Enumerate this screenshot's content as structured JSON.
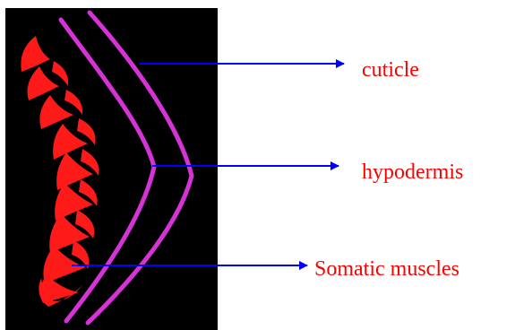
{
  "labels": {
    "cuticle": "cuticle",
    "hypodermis": "hypodermis",
    "somatic_muscles": "Somatic muscles"
  },
  "colors": {
    "background_panel": "#000000",
    "muscle": "#ff1a1a",
    "cuticle_layers": "#d633d6",
    "arrows": "#0000ff",
    "label_text": "#ff0000"
  }
}
